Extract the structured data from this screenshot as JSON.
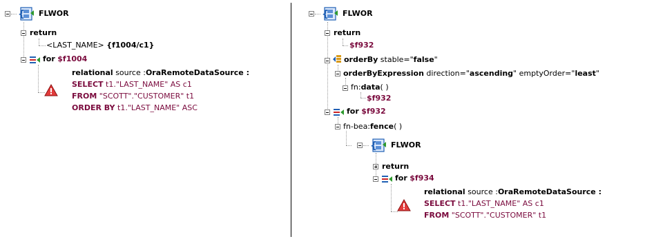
{
  "left": {
    "flwor_label": "FLWOR",
    "return_label": "return",
    "return_element": "<LAST_NAME>",
    "return_expr": "{f1004/c1}",
    "for_kw": "for",
    "for_var": "$f1004",
    "relational_kw": "relational",
    "source_label": "source :",
    "source_value": "OraRemoteDataSource :",
    "sql_select_kw": "SELECT",
    "sql_select_rest": "t1.\"LAST_NAME\" AS c1",
    "sql_from_kw": "FROM",
    "sql_from_rest": "\"SCOTT\".\"CUSTOMER\" t1",
    "sql_order_kw": "ORDER BY",
    "sql_order_rest": "t1.\"LAST_NAME\" ASC"
  },
  "right": {
    "flwor_label": "FLWOR",
    "return_label": "return",
    "return_var": "$f932",
    "orderby_kw": "orderBy",
    "orderby_attr": "stable=\"",
    "orderby_attr_val": "false",
    "orderby_attr_end": "\"",
    "obe_kw": "orderByExpression",
    "obe_dir_attr": "direction=\"",
    "obe_dir_val": "ascending",
    "obe_dir_end": "\"",
    "obe_empty_attr": "emptyOrder=\"",
    "obe_empty_val": "least",
    "obe_empty_end": "\"",
    "fn_prefix": "fn:",
    "fn_name": "data",
    "fn_parens": "( )",
    "fn_arg": "$f932",
    "for_kw": "for",
    "for_var": "$f932",
    "fence_prefix": "fn-bea:",
    "fence_name": "fence",
    "fence_parens": "( )",
    "inner_flwor_label": "FLWOR",
    "inner_return_label": "return",
    "inner_for_kw": "for",
    "inner_for_var": "$f934",
    "relational_kw": "relational",
    "source_label": "source :",
    "source_value": "OraRemoteDataSource :",
    "sql_select_kw": "SELECT",
    "sql_select_rest": "t1.\"LAST_NAME\" AS c1",
    "sql_from_kw": "FROM",
    "sql_from_rest": "\"SCOTT\".\"CUSTOMER\" t1"
  },
  "icons": {
    "flwor": "flwor-icon",
    "for": "for-clause-icon",
    "orderby": "orderby-icon",
    "warning": "warning-icon"
  },
  "colors": {
    "keyword_maroon": "#7a0a3d",
    "icon_blue": "#1f5fb4",
    "icon_red": "#cc2222",
    "icon_green": "#2e9a2e"
  }
}
